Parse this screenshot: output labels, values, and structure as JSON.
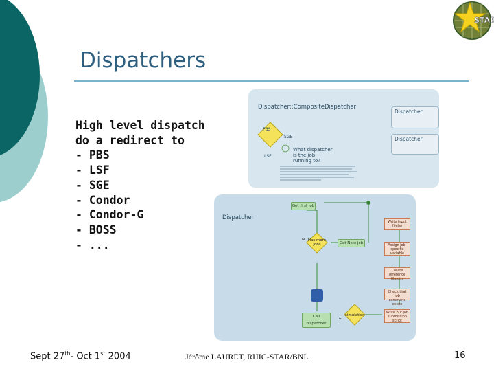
{
  "slide": {
    "title": "Dispatchers",
    "bullets": [
      "High level dispatch",
      "do a redirect to",
      "- PBS",
      "- LSF",
      "- SGE",
      "- Condor",
      "- Condor-G",
      "- BOSS",
      "- ..."
    ],
    "logo_text": "STAR"
  },
  "diagram_top": {
    "title": "Dispatcher::CompositeDispatcher",
    "pbs_label": "PBS",
    "sge_label": "SGE",
    "lsf_label": "LSF",
    "question": "What dispatcher is the job running to?",
    "box_a_title": "Dispatcher",
    "box_b_title": "Dispatcher"
  },
  "diagram_bottom": {
    "title": "Dispatcher",
    "get_first_job": "Get first job",
    "has_more_jobs": "Has more jobs",
    "get_next_job": "Get Next job",
    "call_dispatcher": "Call dispatcher",
    "simulation": "simulation",
    "n_label": "N",
    "y_label": "Y",
    "steps": [
      "Write input file(s)",
      "Assign job-specific variable",
      "Create reference file/dirs",
      "Check that job command exists",
      "Write out job submission script"
    ]
  },
  "footer": {
    "date_part1": "Sept 27",
    "date_sup1": "th",
    "date_part2": "- Oct 1",
    "date_sup2": "st",
    "date_part3": " 2004",
    "author": "Jérôme LAURET, RHIC-STAR/BNL",
    "page_number": "16"
  },
  "colors": {
    "teal_dark": "#005f5f",
    "teal_light": "#8cc7c7",
    "title_blue": "#2e5f7e",
    "rule": "#7bb3c9"
  }
}
